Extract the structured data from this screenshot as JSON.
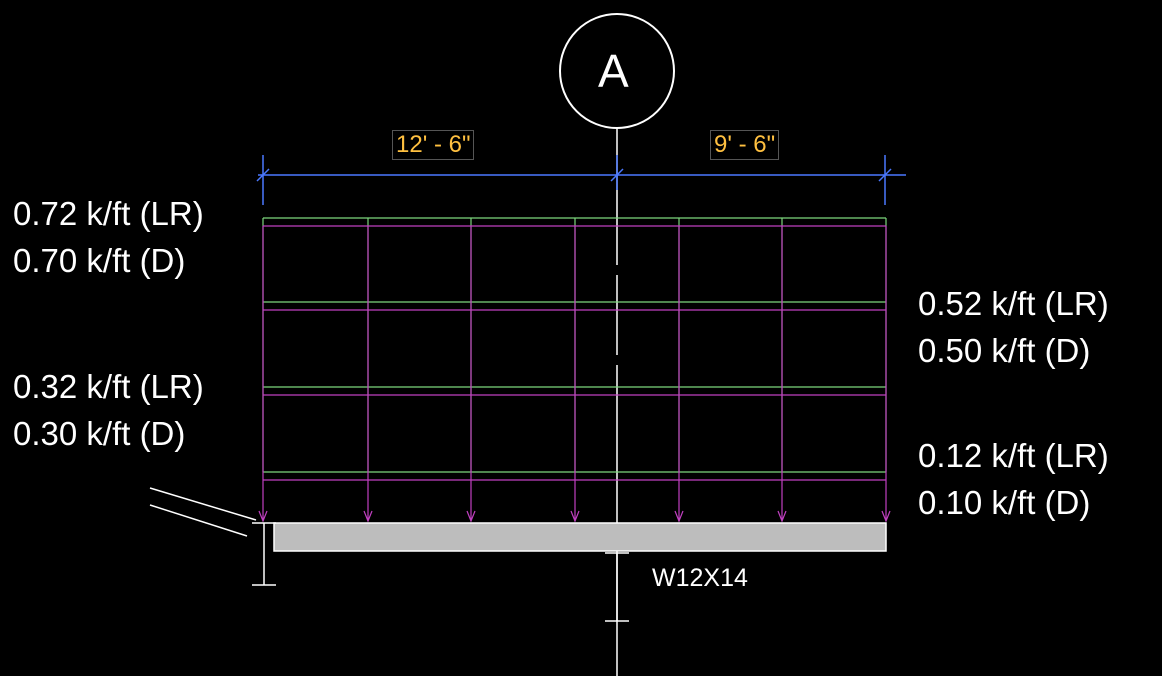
{
  "grid_bubble": {
    "label": "A"
  },
  "dimensions": {
    "left_span": "12' - 6\"",
    "right_span": "9' - 6\""
  },
  "load_labels": {
    "left_top": {
      "lr": "0.72 k/ft (LR)",
      "d": "0.70 k/ft (D)"
    },
    "left_mid": {
      "lr": "0.32 k/ft (LR)",
      "d": "0.30 k/ft (D)"
    },
    "right_top": {
      "lr": "0.52 k/ft (LR)",
      "d": "0.50 k/ft (D)"
    },
    "right_bot": {
      "lr": "0.12 k/ft (LR)",
      "d": "0.10 k/ft (D)"
    }
  },
  "beam": {
    "label": "W12X14"
  },
  "colors": {
    "background": "#000000",
    "dimension_line": "#4a78ff",
    "dimension_text": "#ffc040",
    "load_grid": "#7cd67c",
    "load_arrows": "#c040c0",
    "slab": "#bdbdbd",
    "text": "#ffffff"
  }
}
